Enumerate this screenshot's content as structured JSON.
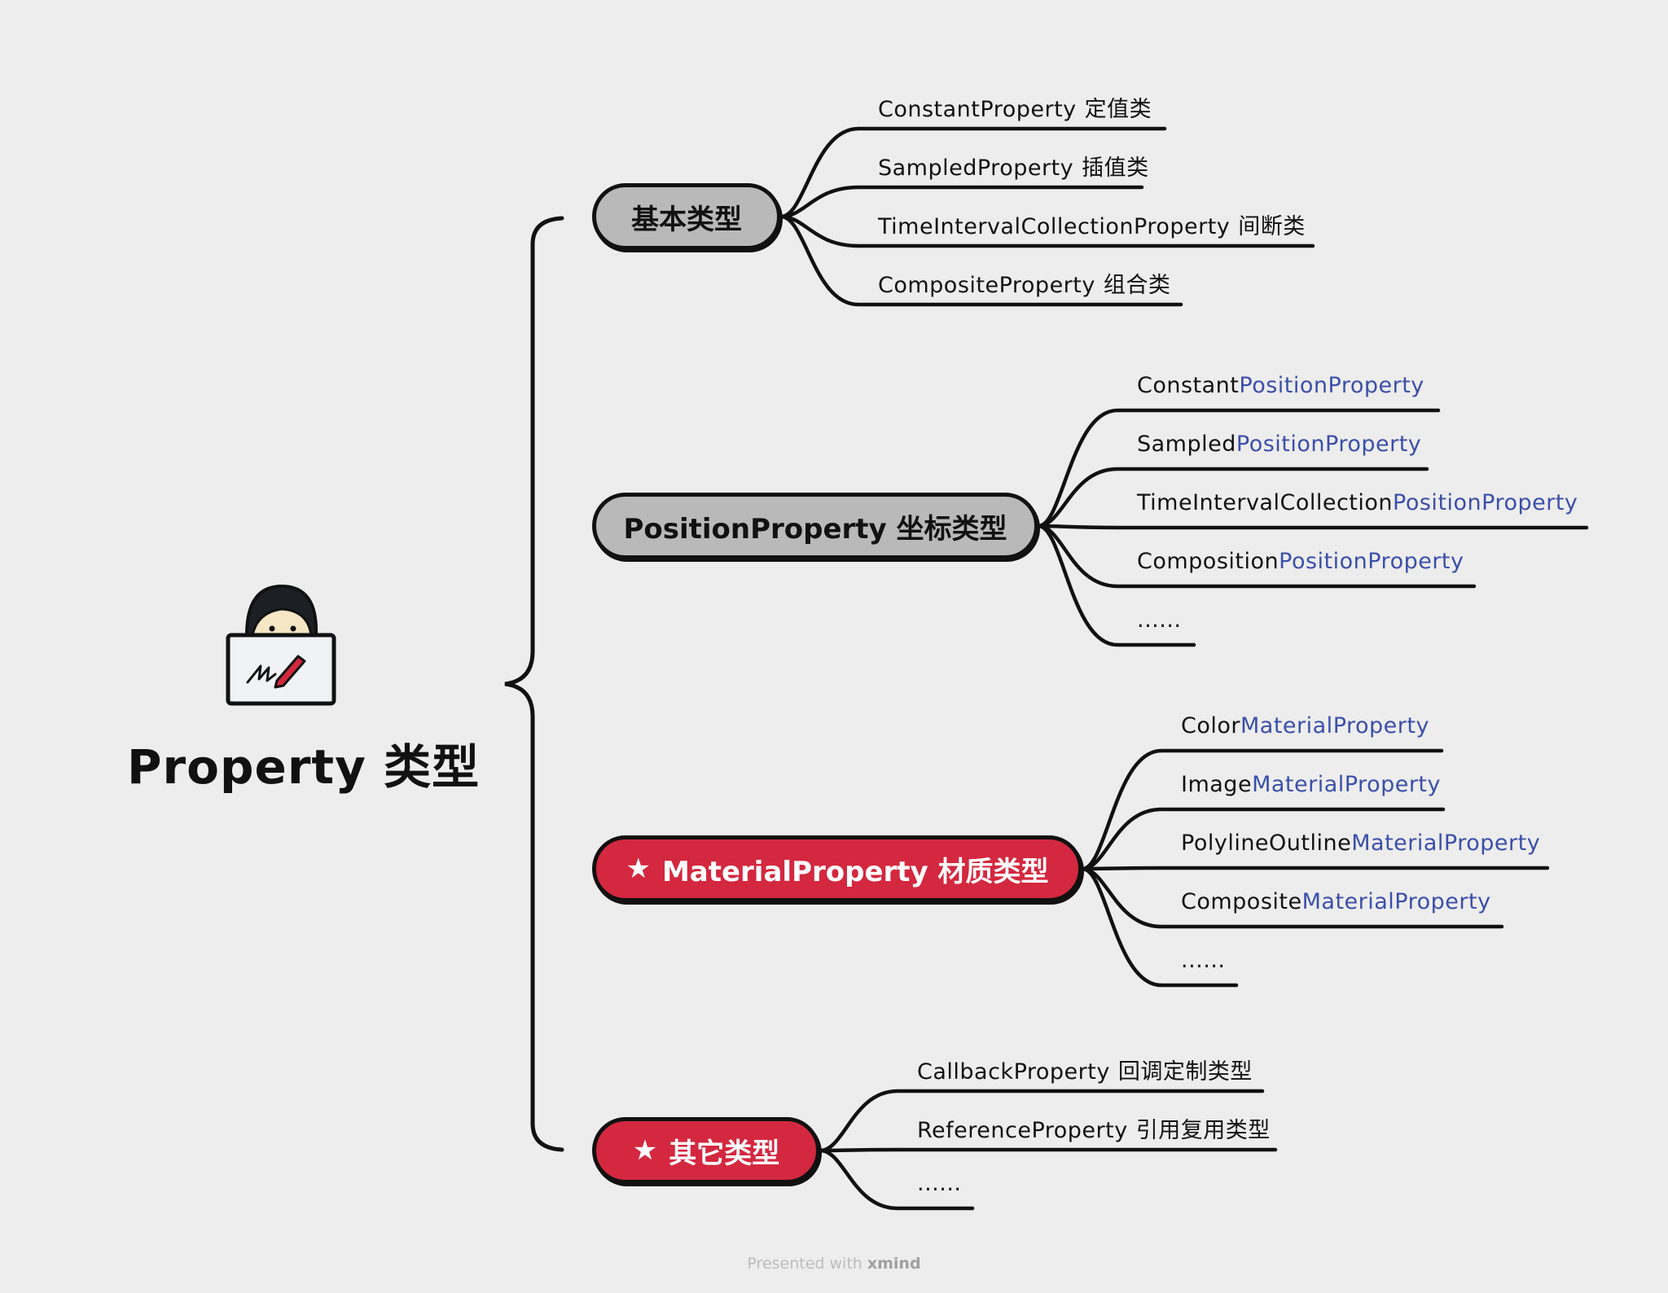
{
  "root": {
    "title": "Property 类型"
  },
  "branches": [
    {
      "label": "基本类型",
      "style": "grey",
      "star": false,
      "children": [
        {
          "prefix": "ConstantProperty",
          "suffix": "",
          "cn": "定值类"
        },
        {
          "prefix": "SampledProperty",
          "suffix": "",
          "cn": "插值类"
        },
        {
          "prefix": "TimeIntervalCollectionProperty",
          "suffix": "",
          "cn": "间断类"
        },
        {
          "prefix": "CompositeProperty",
          "suffix": "",
          "cn": "组合类"
        }
      ]
    },
    {
      "label": "PositionProperty 坐标类型",
      "style": "grey",
      "star": false,
      "children": [
        {
          "prefix": "Constant",
          "suffix": "PositionProperty",
          "cn": ""
        },
        {
          "prefix": "Sampled",
          "suffix": "PositionProperty",
          "cn": ""
        },
        {
          "prefix": "TimeIntervalCollection",
          "suffix": "PositionProperty",
          "cn": ""
        },
        {
          "prefix": "Composition",
          "suffix": "PositionProperty",
          "cn": ""
        },
        {
          "prefix": "......",
          "suffix": "",
          "cn": ""
        }
      ]
    },
    {
      "label": "MaterialProperty 材质类型",
      "style": "red",
      "star": true,
      "children": [
        {
          "prefix": "Color",
          "suffix": "MaterialProperty",
          "cn": ""
        },
        {
          "prefix": "Image",
          "suffix": "MaterialProperty",
          "cn": ""
        },
        {
          "prefix": "PolylineOutline",
          "suffix": "MaterialProperty",
          "cn": ""
        },
        {
          "prefix": "Composite",
          "suffix": "MaterialProperty",
          "cn": ""
        },
        {
          "prefix": "......",
          "suffix": "",
          "cn": ""
        }
      ]
    },
    {
      "label": "其它类型",
      "style": "red",
      "star": true,
      "children": [
        {
          "prefix": "CallbackProperty",
          "suffix": "",
          "cn": "回调定制类型"
        },
        {
          "prefix": "ReferenceProperty",
          "suffix": "",
          "cn": "引用复用类型"
        },
        {
          "prefix": "......",
          "suffix": "",
          "cn": ""
        }
      ]
    }
  ],
  "icons": {
    "star": "star-icon",
    "mascot": "mascot-laptop-icon"
  },
  "colors": {
    "accent_red": "#d3283f",
    "pill_grey": "#b9b9b9",
    "suffix_blue": "#3b4fa8",
    "background": "#ededed"
  },
  "footer": {
    "prefix": "Presented with",
    "brand": "xmind"
  }
}
